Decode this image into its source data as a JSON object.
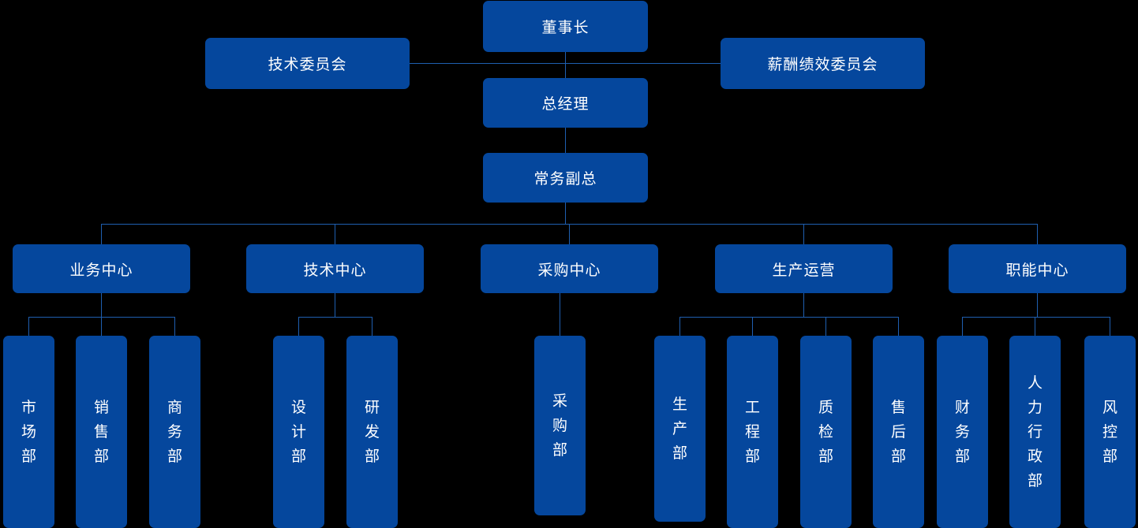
{
  "chart_title": "",
  "theme": {
    "background": "#000000",
    "box_fill": "#05479d",
    "box_text": "#ffffff",
    "connector": "#1f5fb0"
  },
  "org_chart": {
    "type": "diagram",
    "orientation": "top-down",
    "levels": [
      {
        "level": 1,
        "nodes": [
          "chairman"
        ]
      },
      {
        "level": 2,
        "nodes": [
          "tech_committee",
          "comp_committee",
          "general_manager"
        ]
      },
      {
        "level": 3,
        "nodes": [
          "exec_vp"
        ]
      },
      {
        "level": 4,
        "nodes": [
          "business_center",
          "tech_center",
          "purchasing_center",
          "production_ops",
          "functional_center"
        ]
      },
      {
        "level": 5,
        "nodes": [
          "marketing_dept",
          "sales_dept",
          "commerce_dept",
          "design_dept",
          "rd_dept",
          "purchasing_dept",
          "production_dept",
          "engineering_dept",
          "qc_dept",
          "aftersales_dept",
          "finance_dept",
          "hr_admin_dept",
          "risk_dept"
        ]
      }
    ],
    "nodes": {
      "chairman": {
        "label": "董事长"
      },
      "tech_committee": {
        "label": "技术委员会"
      },
      "comp_committee": {
        "label": "薪酬绩效委员会"
      },
      "general_manager": {
        "label": "总经理"
      },
      "exec_vp": {
        "label": "常务副总"
      },
      "business_center": {
        "label": "业务中心"
      },
      "tech_center": {
        "label": "技术中心"
      },
      "purchasing_center": {
        "label": "采购中心"
      },
      "production_ops": {
        "label": "生产运营"
      },
      "functional_center": {
        "label": "职能中心"
      },
      "marketing_dept": {
        "label": "市\n场\n部"
      },
      "sales_dept": {
        "label": "销\n售\n部"
      },
      "commerce_dept": {
        "label": "商\n务\n部"
      },
      "design_dept": {
        "label": "设\n计\n部"
      },
      "rd_dept": {
        "label": "研\n发\n部"
      },
      "purchasing_dept": {
        "label": "采\n购\n部"
      },
      "production_dept": {
        "label": "生\n产\n部"
      },
      "engineering_dept": {
        "label": "工\n程\n部"
      },
      "qc_dept": {
        "label": "质\n检\n部"
      },
      "aftersales_dept": {
        "label": "售\n后\n部"
      },
      "finance_dept": {
        "label": "财\n务\n部"
      },
      "hr_admin_dept": {
        "label": "人\n力\n行\n政\n部"
      },
      "risk_dept": {
        "label": "风\n控\n部"
      }
    },
    "edges": [
      {
        "from": "chairman",
        "to": "general_manager"
      },
      {
        "from": "chairman",
        "to": "tech_committee"
      },
      {
        "from": "chairman",
        "to": "comp_committee"
      },
      {
        "from": "general_manager",
        "to": "exec_vp"
      },
      {
        "from": "exec_vp",
        "to": "business_center"
      },
      {
        "from": "exec_vp",
        "to": "tech_center"
      },
      {
        "from": "exec_vp",
        "to": "purchasing_center"
      },
      {
        "from": "exec_vp",
        "to": "production_ops"
      },
      {
        "from": "exec_vp",
        "to": "functional_center"
      },
      {
        "from": "business_center",
        "to": "marketing_dept"
      },
      {
        "from": "business_center",
        "to": "sales_dept"
      },
      {
        "from": "business_center",
        "to": "commerce_dept"
      },
      {
        "from": "tech_center",
        "to": "design_dept"
      },
      {
        "from": "tech_center",
        "to": "rd_dept"
      },
      {
        "from": "purchasing_center",
        "to": "purchasing_dept"
      },
      {
        "from": "production_ops",
        "to": "production_dept"
      },
      {
        "from": "production_ops",
        "to": "engineering_dept"
      },
      {
        "from": "production_ops",
        "to": "qc_dept"
      },
      {
        "from": "production_ops",
        "to": "aftersales_dept"
      },
      {
        "from": "functional_center",
        "to": "finance_dept"
      },
      {
        "from": "functional_center",
        "to": "hr_admin_dept"
      },
      {
        "from": "functional_center",
        "to": "risk_dept"
      }
    ]
  }
}
